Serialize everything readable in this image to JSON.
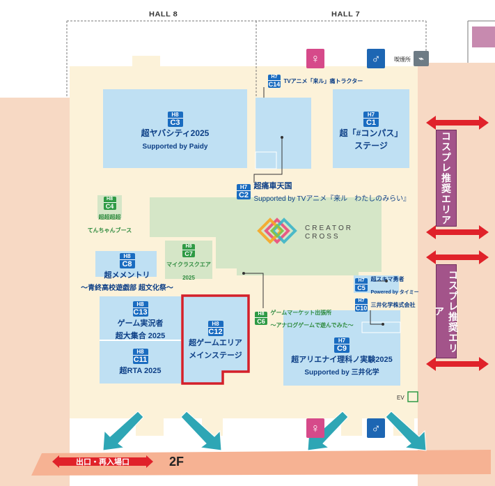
{
  "halls": {
    "hall8": "HALL 8",
    "hall7": "HALL 7"
  },
  "smoking": {
    "label": "喫煙所"
  },
  "booths": {
    "c3": {
      "hall": "H8",
      "code": "C3",
      "name": "超ヤバシティ2025",
      "sub": "Supported by Paidy"
    },
    "c14": {
      "hall": "H7",
      "code": "C14",
      "name": "TVアニメ「来ル」痛トラクター"
    },
    "c1": {
      "hall": "H7",
      "code": "C1",
      "name1": "超「#コンパス」",
      "name2": "ステージ"
    },
    "c2": {
      "hall": "H7",
      "code": "C2",
      "name": "超痛車天国",
      "sub": "Supported by TVアニメ『来ル　わたしのみらい』"
    },
    "c4": {
      "hall": "H8",
      "code": "C4",
      "name1": "超超超超",
      "name2": "てんちゃんブース"
    },
    "c7": {
      "hall": "H8",
      "code": "C7",
      "name1": "マイクラスクエア",
      "name2": "2025"
    },
    "c8": {
      "hall": "H8",
      "code": "C8",
      "name1": "超メメントリ",
      "name2": "〜青終高校遊戯部 超文化祭〜"
    },
    "c13": {
      "hall": "H8",
      "code": "C13",
      "name1": "ゲーム実況者",
      "name2": "超大集合 2025"
    },
    "c11": {
      "hall": "H8",
      "code": "C11",
      "name": "超RTA 2025"
    },
    "c12": {
      "hall": "H8",
      "code": "C12",
      "name1": "超ゲームエリア",
      "name2": "メインステージ"
    },
    "c6": {
      "hall": "H8",
      "code": "C6",
      "name1": "ゲームマーケット出張所",
      "name2": "〜アナログゲームで遊んでみた〜"
    },
    "c5": {
      "hall": "H7",
      "code": "C5",
      "name1": "超スキマ勇者",
      "name2": "Powered by タイミー"
    },
    "c10": {
      "hall": "H7",
      "code": "C10",
      "name": "三井化学株式会社"
    },
    "c9": {
      "hall": "H7",
      "code": "C9",
      "name1": "超アリエナイ理科ノ実験2025",
      "name2": "Supported by 三井化学"
    }
  },
  "creator_cross": {
    "line1": "CREATOR",
    "line2": "CROSS"
  },
  "cosplay": {
    "upper": "コスプレ推奨エリア",
    "lower": "コスプレ推奨エリア"
  },
  "ev": {
    "label": "EV"
  },
  "exit": {
    "label": "出口・再入場口"
  },
  "floor": {
    "label": "2F"
  },
  "colors": {
    "hall_floor": "#fcf2d9",
    "outer_area": "#f7d9c4",
    "booth": "#bfe0f3",
    "creator_cross": "#d5e6c7",
    "cosplay": "#a3548a",
    "highlight": "#d4202a",
    "arrow": "#2ea6b5",
    "restroom_female": "#d64a8a",
    "restroom_male": "#1d66b3",
    "booth_text": "#0d3f86",
    "green_code": "#2f9a45"
  }
}
